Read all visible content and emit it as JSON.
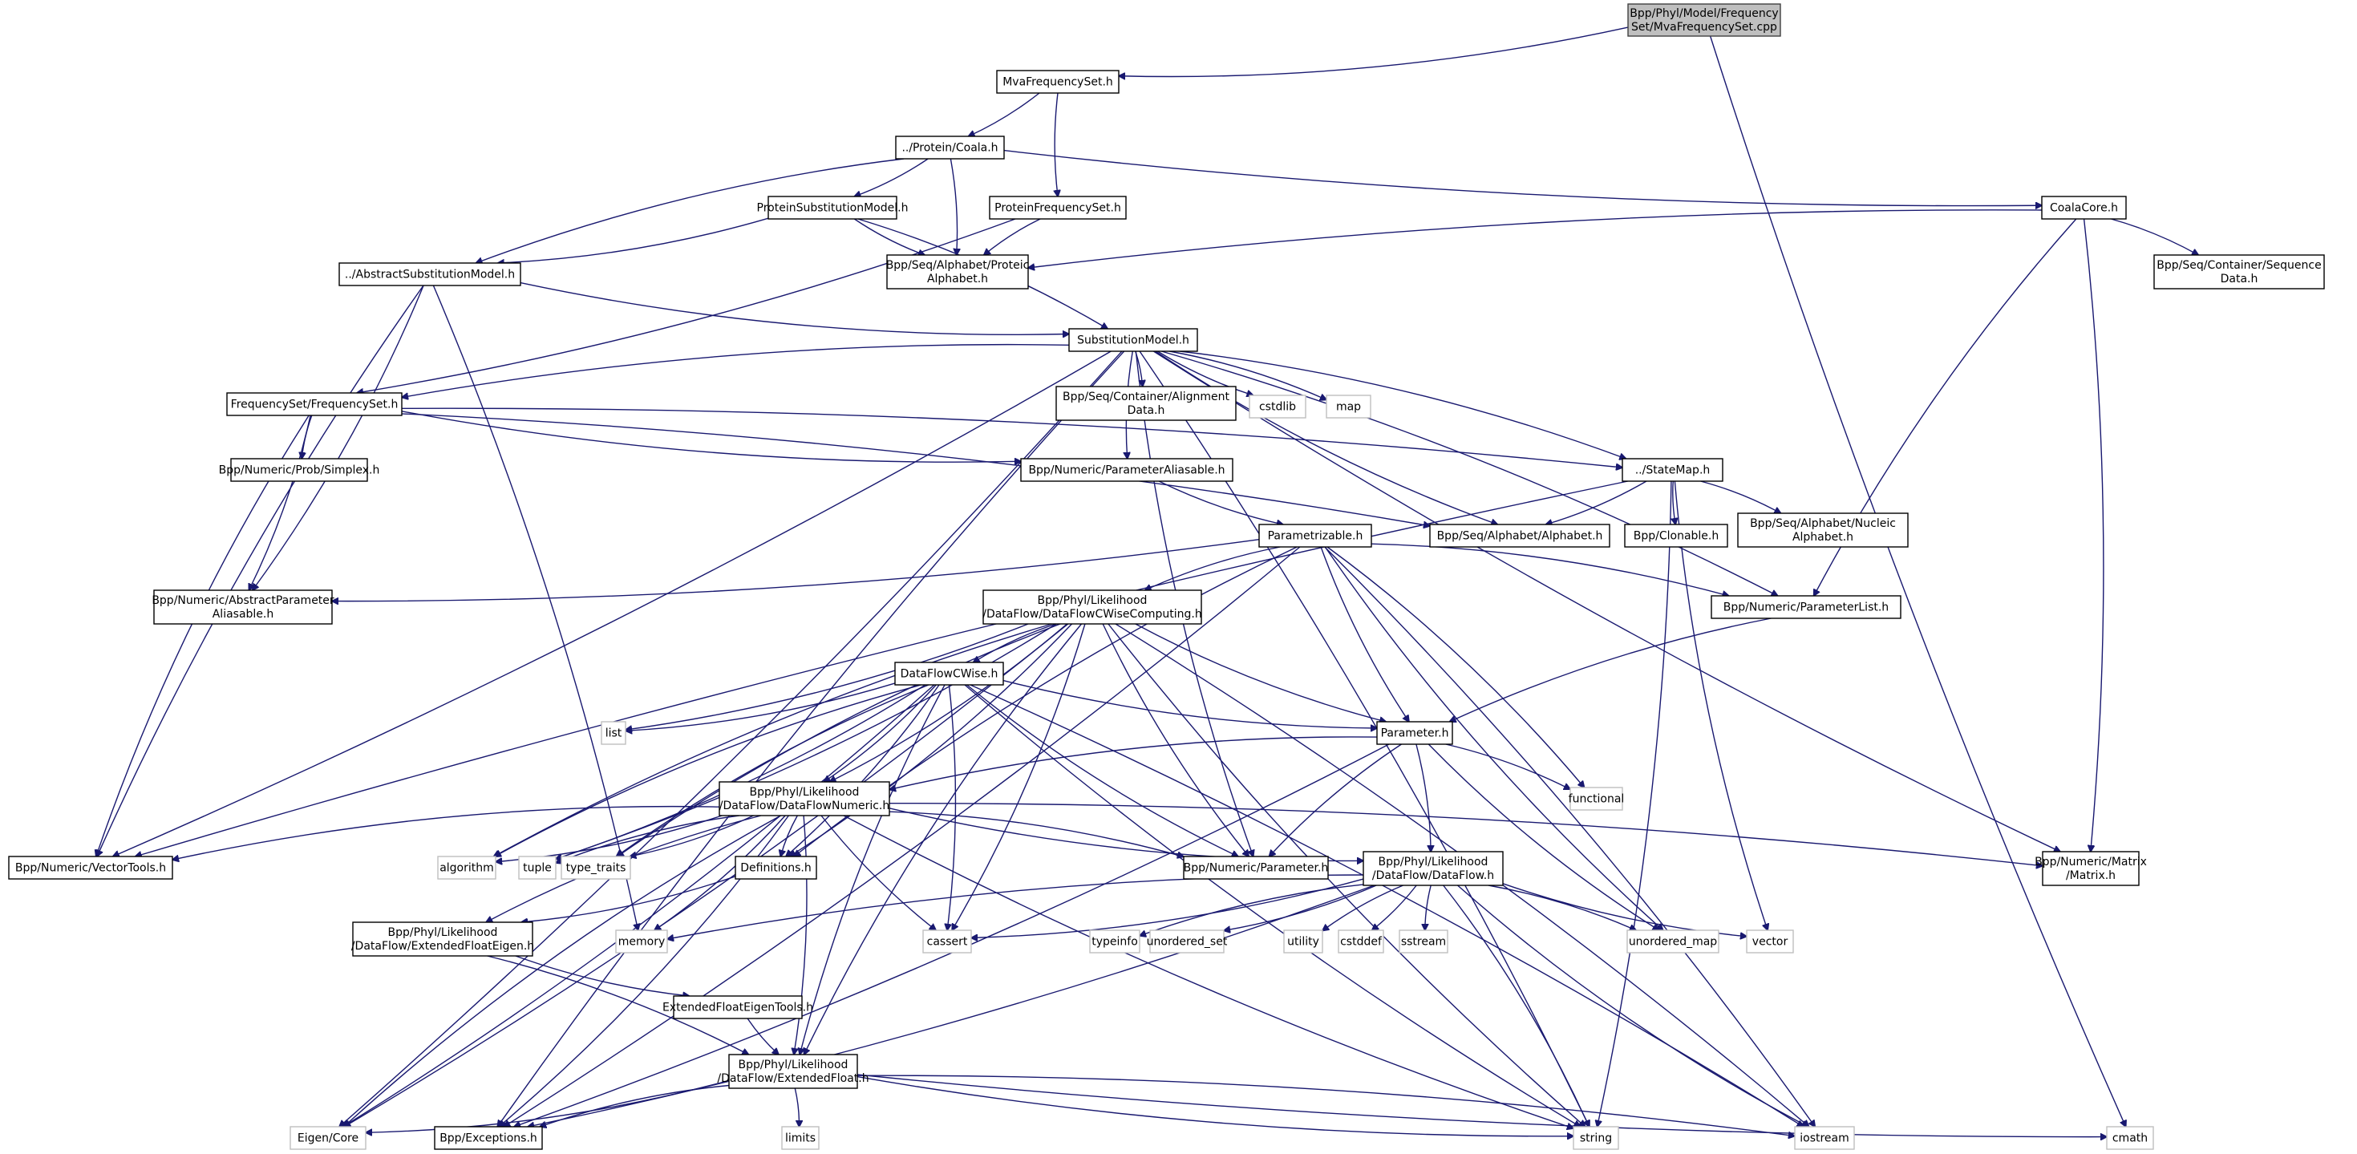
{
  "title": "Bpp/Phyl/Model/FrequencySet/MvaFrequencySet.cpp include dependency graph",
  "colors": {
    "edge": "#191970",
    "root_fill": "#bfbfbf",
    "node_border": "#000000",
    "system_border": "#bfbfbf"
  },
  "nodes": [
    {
      "id": "root",
      "kind": "root",
      "lines": [
        "Bpp/Phyl/Model/Frequency",
        "Set/MvaFrequencySet.cpp"
      ]
    },
    {
      "id": "mva",
      "kind": "file",
      "lines": [
        "MvaFrequencySet.h"
      ]
    },
    {
      "id": "coala",
      "kind": "file",
      "lines": [
        "../Protein/Coala.h"
      ]
    },
    {
      "id": "protsub",
      "kind": "file",
      "lines": [
        "ProteinSubstitutionModel.h"
      ]
    },
    {
      "id": "protfreq",
      "kind": "file",
      "lines": [
        "ProteinFrequencySet.h"
      ]
    },
    {
      "id": "coalacore",
      "kind": "file",
      "lines": [
        "CoalaCore.h"
      ]
    },
    {
      "id": "proteic",
      "kind": "file",
      "lines": [
        "Bpp/Seq/Alphabet/Proteic",
        "Alphabet.h"
      ]
    },
    {
      "id": "seqdata",
      "kind": "file",
      "lines": [
        "Bpp/Seq/Container/Sequence",
        "Data.h"
      ]
    },
    {
      "id": "abssub",
      "kind": "file",
      "lines": [
        "../AbstractSubstitutionModel.h"
      ]
    },
    {
      "id": "submodel",
      "kind": "file",
      "lines": [
        "SubstitutionModel.h"
      ]
    },
    {
      "id": "freqset",
      "kind": "file",
      "lines": [
        "FrequencySet/FrequencySet.h"
      ]
    },
    {
      "id": "aligndata",
      "kind": "file",
      "lines": [
        "Bpp/Seq/Container/Alignment",
        "Data.h"
      ]
    },
    {
      "id": "cstdlib",
      "kind": "system",
      "lines": [
        "cstdlib"
      ]
    },
    {
      "id": "map",
      "kind": "system",
      "lines": [
        "map"
      ]
    },
    {
      "id": "simplex",
      "kind": "file",
      "lines": [
        "Bpp/Numeric/Prob/Simplex.h"
      ]
    },
    {
      "id": "paramalias",
      "kind": "file",
      "lines": [
        "Bpp/Numeric/ParameterAliasable.h"
      ]
    },
    {
      "id": "statemap",
      "kind": "file",
      "lines": [
        "../StateMap.h"
      ]
    },
    {
      "id": "alphabet",
      "kind": "file",
      "lines": [
        "Bpp/Seq/Alphabet/Alphabet.h"
      ]
    },
    {
      "id": "clonable",
      "kind": "file",
      "lines": [
        "Bpp/Clonable.h"
      ]
    },
    {
      "id": "nucleic",
      "kind": "file",
      "lines": [
        "Bpp/Seq/Alphabet/Nucleic",
        "Alphabet.h"
      ]
    },
    {
      "id": "parametrizable",
      "kind": "file",
      "lines": [
        "Parametrizable.h"
      ]
    },
    {
      "id": "absparamalias",
      "kind": "file",
      "lines": [
        "Bpp/Numeric/AbstractParameter",
        "Aliasable.h"
      ]
    },
    {
      "id": "dfcwc",
      "kind": "file",
      "lines": [
        "Bpp/Phyl/Likelihood",
        "/DataFlow/DataFlowCWiseComputing.h"
      ]
    },
    {
      "id": "paramlist",
      "kind": "file",
      "lines": [
        "Bpp/Numeric/ParameterList.h"
      ]
    },
    {
      "id": "dfcwise",
      "kind": "file",
      "lines": [
        "DataFlowCWise.h"
      ]
    },
    {
      "id": "list",
      "kind": "system",
      "lines": [
        "list"
      ]
    },
    {
      "id": "parameterh",
      "kind": "file",
      "lines": [
        "Parameter.h"
      ]
    },
    {
      "id": "functional",
      "kind": "system",
      "lines": [
        "functional"
      ]
    },
    {
      "id": "dfnumeric",
      "kind": "file",
      "lines": [
        "Bpp/Phyl/Likelihood",
        "/DataFlow/DataFlowNumeric.h"
      ]
    },
    {
      "id": "vectortools",
      "kind": "file",
      "lines": [
        "Bpp/Numeric/VectorTools.h"
      ]
    },
    {
      "id": "algorithm",
      "kind": "system",
      "lines": [
        "algorithm"
      ]
    },
    {
      "id": "tuple",
      "kind": "system",
      "lines": [
        "tuple"
      ]
    },
    {
      "id": "typetraits",
      "kind": "system",
      "lines": [
        "type_traits"
      ]
    },
    {
      "id": "definitions",
      "kind": "file",
      "lines": [
        "Definitions.h"
      ]
    },
    {
      "id": "numparam",
      "kind": "file",
      "lines": [
        "Bpp/Numeric/Parameter.h"
      ]
    },
    {
      "id": "dataflow",
      "kind": "file",
      "lines": [
        "Bpp/Phyl/Likelihood",
        "/DataFlow/DataFlow.h"
      ]
    },
    {
      "id": "matrix",
      "kind": "file",
      "lines": [
        "Bpp/Numeric/Matrix",
        "/Matrix.h"
      ]
    },
    {
      "id": "efeigen",
      "kind": "file",
      "lines": [
        "Bpp/Phyl/Likelihood",
        "/DataFlow/ExtendedFloatEigen.h"
      ]
    },
    {
      "id": "memory",
      "kind": "system",
      "lines": [
        "memory"
      ]
    },
    {
      "id": "cassert",
      "kind": "system",
      "lines": [
        "cassert"
      ]
    },
    {
      "id": "typeinfo",
      "kind": "system",
      "lines": [
        "typeinfo"
      ]
    },
    {
      "id": "unordered_set",
      "kind": "system",
      "lines": [
        "unordered_set"
      ]
    },
    {
      "id": "utility",
      "kind": "system",
      "lines": [
        "utility"
      ]
    },
    {
      "id": "cstddef",
      "kind": "system",
      "lines": [
        "cstddef"
      ]
    },
    {
      "id": "sstream",
      "kind": "system",
      "lines": [
        "sstream"
      ]
    },
    {
      "id": "unordered_map",
      "kind": "system",
      "lines": [
        "unordered_map"
      ]
    },
    {
      "id": "vector",
      "kind": "system",
      "lines": [
        "vector"
      ]
    },
    {
      "id": "efeigentools",
      "kind": "file",
      "lines": [
        "ExtendedFloatEigenTools.h"
      ]
    },
    {
      "id": "extfloat",
      "kind": "file",
      "lines": [
        "Bpp/Phyl/Likelihood",
        "/DataFlow/ExtendedFloat.h"
      ]
    },
    {
      "id": "eigencore",
      "kind": "system",
      "lines": [
        "Eigen/Core"
      ]
    },
    {
      "id": "exceptions",
      "kind": "file",
      "lines": [
        "Bpp/Exceptions.h"
      ]
    },
    {
      "id": "limits",
      "kind": "system",
      "lines": [
        "limits"
      ]
    },
    {
      "id": "string",
      "kind": "system",
      "lines": [
        "string"
      ]
    },
    {
      "id": "iostream",
      "kind": "system",
      "lines": [
        "iostream"
      ]
    },
    {
      "id": "cmath",
      "kind": "system",
      "lines": [
        "cmath"
      ]
    }
  ],
  "edges": [
    [
      "root",
      "mva"
    ],
    [
      "root",
      "cmath"
    ],
    [
      "mva",
      "coala"
    ],
    [
      "mva",
      "protfreq"
    ],
    [
      "coala",
      "protsub"
    ],
    [
      "coala",
      "abssub"
    ],
    [
      "coala",
      "proteic"
    ],
    [
      "coala",
      "coalacore"
    ],
    [
      "protsub",
      "abssub"
    ],
    [
      "protsub",
      "proteic"
    ],
    [
      "protsub",
      "submodel"
    ],
    [
      "protfreq",
      "proteic"
    ],
    [
      "protfreq",
      "freqset"
    ],
    [
      "coalacore",
      "proteic"
    ],
    [
      "coalacore",
      "seqdata"
    ],
    [
      "coalacore",
      "paramlist"
    ],
    [
      "coalacore",
      "matrix"
    ],
    [
      "abssub",
      "submodel"
    ],
    [
      "abssub",
      "absparamalias"
    ],
    [
      "abssub",
      "vectortools"
    ],
    [
      "abssub",
      "memory"
    ],
    [
      "submodel",
      "freqset"
    ],
    [
      "submodel",
      "aligndata"
    ],
    [
      "submodel",
      "cstdlib"
    ],
    [
      "submodel",
      "map"
    ],
    [
      "submodel",
      "paramalias"
    ],
    [
      "submodel",
      "statemap"
    ],
    [
      "submodel",
      "alphabet"
    ],
    [
      "submodel",
      "vectortools"
    ],
    [
      "submodel",
      "exceptions"
    ],
    [
      "submodel",
      "eigencore"
    ],
    [
      "submodel",
      "numparam"
    ],
    [
      "submodel",
      "paramlist"
    ],
    [
      "submodel",
      "matrix"
    ],
    [
      "submodel",
      "string"
    ],
    [
      "freqset",
      "simplex"
    ],
    [
      "freqset",
      "absparamalias"
    ],
    [
      "freqset",
      "vectortools"
    ],
    [
      "freqset",
      "statemap"
    ],
    [
      "freqset",
      "paramalias"
    ],
    [
      "freqset",
      "alphabet"
    ],
    [
      "paramalias",
      "parametrizable"
    ],
    [
      "statemap",
      "alphabet"
    ],
    [
      "statemap",
      "clonable"
    ],
    [
      "statemap",
      "nucleic"
    ],
    [
      "statemap",
      "vectortools"
    ],
    [
      "statemap",
      "string"
    ],
    [
      "statemap",
      "vector"
    ],
    [
      "parametrizable",
      "absparamalias"
    ],
    [
      "parametrizable",
      "dfcwc"
    ],
    [
      "parametrizable",
      "paramlist"
    ],
    [
      "parametrizable",
      "parameterh"
    ],
    [
      "parametrizable",
      "functional"
    ],
    [
      "parametrizable",
      "definitions"
    ],
    [
      "parametrizable",
      "exceptions"
    ],
    [
      "parametrizable",
      "unordered_map"
    ],
    [
      "parametrizable",
      "iostream"
    ],
    [
      "dfcwc",
      "dfcwise"
    ],
    [
      "dfcwc",
      "list"
    ],
    [
      "dfcwc",
      "parameterh"
    ],
    [
      "dfcwc",
      "dfnumeric"
    ],
    [
      "dfcwc",
      "algorithm"
    ],
    [
      "dfcwc",
      "tuple"
    ],
    [
      "dfcwc",
      "typetraits"
    ],
    [
      "dfcwc",
      "definitions"
    ],
    [
      "dfcwc",
      "numparam"
    ],
    [
      "dfcwc",
      "cassert"
    ],
    [
      "dfcwc",
      "extfloat"
    ],
    [
      "dfcwc",
      "eigencore"
    ],
    [
      "dfcwc",
      "string"
    ],
    [
      "dfcwc",
      "iostream"
    ],
    [
      "paramlist",
      "parameterh"
    ],
    [
      "dfcwise",
      "list"
    ],
    [
      "dfcwise",
      "parameterh"
    ],
    [
      "dfcwise",
      "dfnumeric"
    ],
    [
      "dfcwise",
      "algorithm"
    ],
    [
      "dfcwise",
      "tuple"
    ],
    [
      "dfcwise",
      "typetraits"
    ],
    [
      "dfcwise",
      "definitions"
    ],
    [
      "dfcwise",
      "numparam"
    ],
    [
      "dfcwise",
      "cassert"
    ],
    [
      "dfcwise",
      "extfloat"
    ],
    [
      "dfcwise",
      "eigencore"
    ],
    [
      "dfcwise",
      "string"
    ],
    [
      "dfcwise",
      "iostream"
    ],
    [
      "parameterh",
      "dfnumeric"
    ],
    [
      "parameterh",
      "functional"
    ],
    [
      "parameterh",
      "numparam"
    ],
    [
      "parameterh",
      "dataflow"
    ],
    [
      "parameterh",
      "unordered_map"
    ],
    [
      "parameterh",
      "exceptions"
    ],
    [
      "dfnumeric",
      "vectortools"
    ],
    [
      "dfnumeric",
      "algorithm"
    ],
    [
      "dfnumeric",
      "tuple"
    ],
    [
      "dfnumeric",
      "typetraits"
    ],
    [
      "dfnumeric",
      "definitions"
    ],
    [
      "dfnumeric",
      "numparam"
    ],
    [
      "dfnumeric",
      "dataflow"
    ],
    [
      "dfnumeric",
      "matrix"
    ],
    [
      "dfnumeric",
      "efeigen"
    ],
    [
      "dfnumeric",
      "memory"
    ],
    [
      "dfnumeric",
      "cassert"
    ],
    [
      "dfnumeric",
      "extfloat"
    ],
    [
      "dfnumeric",
      "eigencore"
    ],
    [
      "dfnumeric",
      "exceptions"
    ],
    [
      "dfnumeric",
      "string"
    ],
    [
      "definitions",
      "efeigen"
    ],
    [
      "dataflow",
      "memory"
    ],
    [
      "dataflow",
      "cassert"
    ],
    [
      "dataflow",
      "typeinfo"
    ],
    [
      "dataflow",
      "unordered_set"
    ],
    [
      "dataflow",
      "utility"
    ],
    [
      "dataflow",
      "cstddef"
    ],
    [
      "dataflow",
      "sstream"
    ],
    [
      "dataflow",
      "unordered_map"
    ],
    [
      "dataflow",
      "vector"
    ],
    [
      "dataflow",
      "string"
    ],
    [
      "dataflow",
      "iostream"
    ],
    [
      "dataflow",
      "exceptions"
    ],
    [
      "efeigen",
      "efeigentools"
    ],
    [
      "efeigen",
      "extfloat"
    ],
    [
      "efeigentools",
      "extfloat"
    ],
    [
      "extfloat",
      "eigencore"
    ],
    [
      "extfloat",
      "exceptions"
    ],
    [
      "extfloat",
      "limits"
    ],
    [
      "extfloat",
      "string"
    ],
    [
      "extfloat",
      "iostream"
    ],
    [
      "extfloat",
      "cmath"
    ]
  ]
}
